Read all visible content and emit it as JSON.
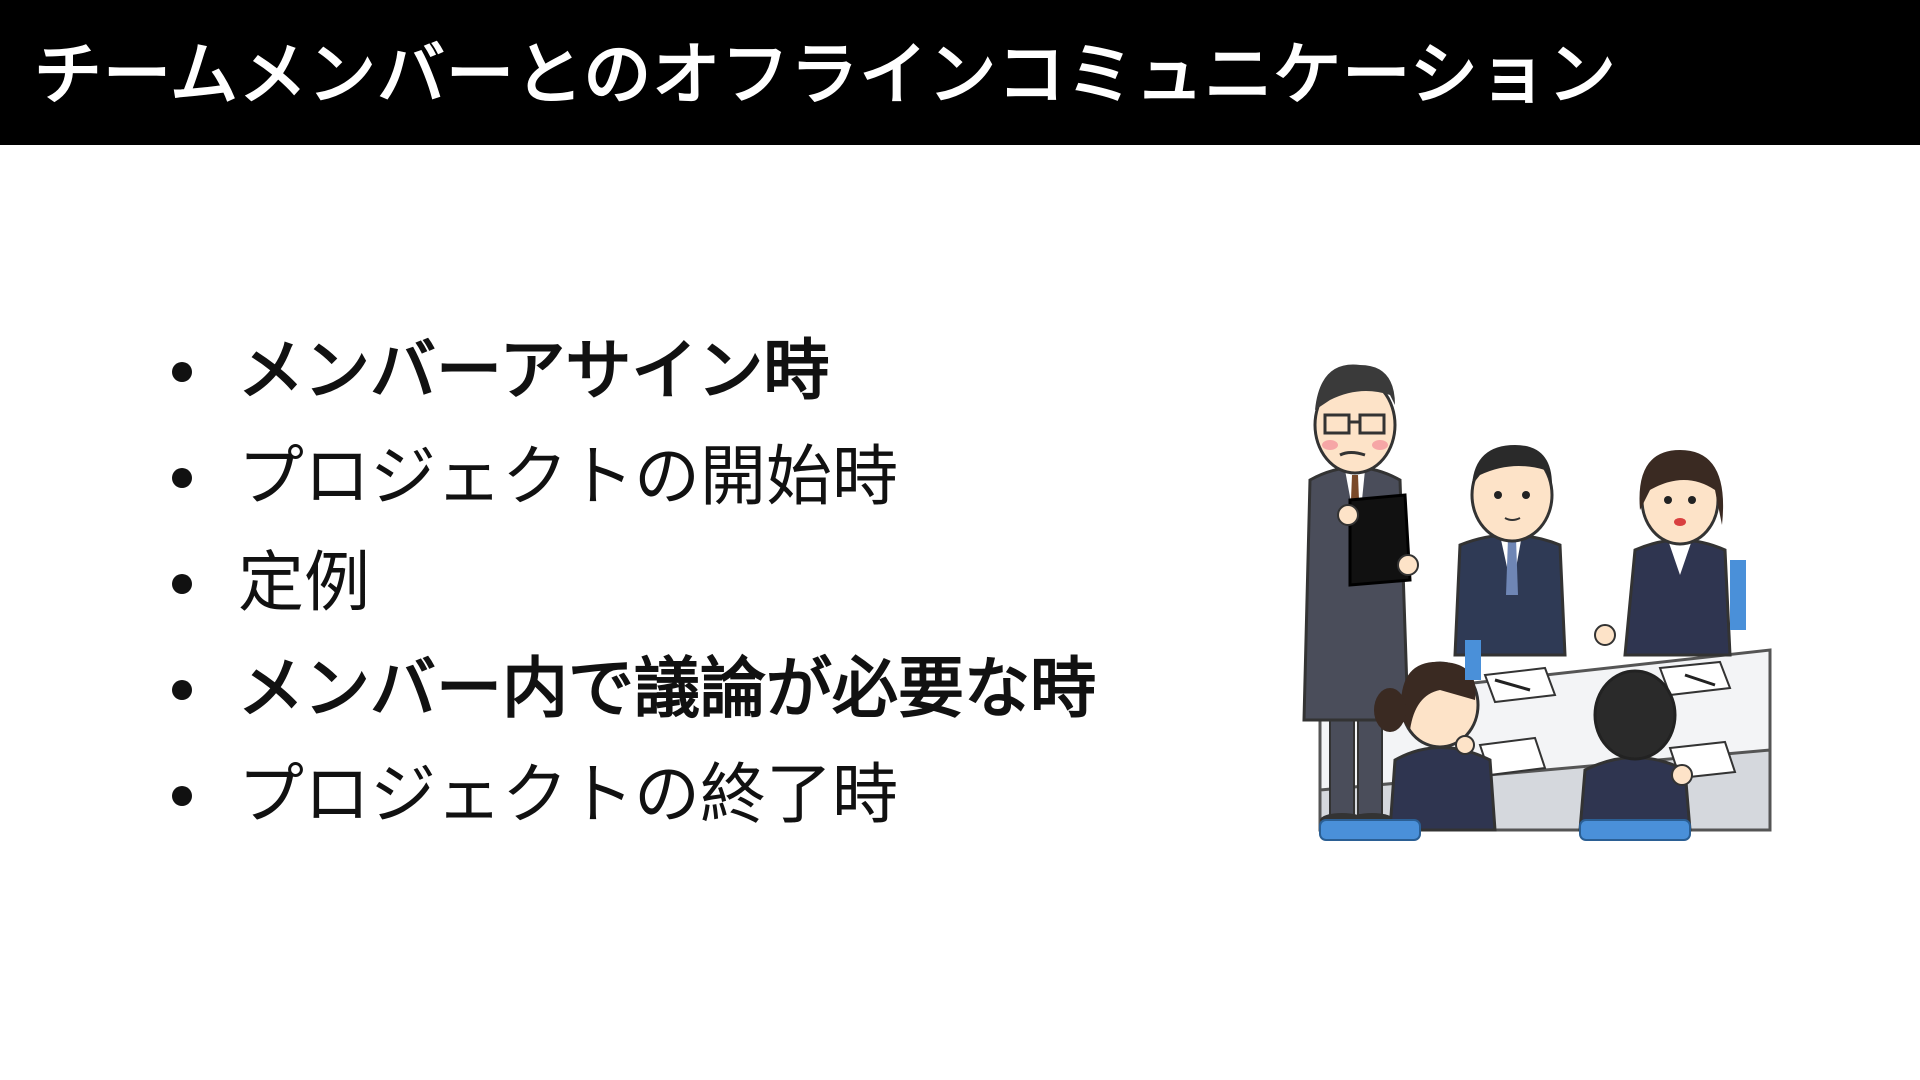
{
  "slide": {
    "title": "チームメンバーとのオフラインコミュニケーション",
    "bullets": [
      {
        "text": "メンバーアサイン時",
        "bold": true
      },
      {
        "text": "プロジェクトの開始時",
        "bold": false
      },
      {
        "text": "定例",
        "bold": false
      },
      {
        "text": "メンバー内で議論が必要な時",
        "bold": true
      },
      {
        "text": "プロジェクトの終了時",
        "bold": false
      }
    ]
  },
  "colors": {
    "title_bar": "#000000",
    "title_text": "#ffffff",
    "body_text": "#111111",
    "background": "#ffffff",
    "suit": "#3a3d4a",
    "skin": "#fde3c8",
    "table": "#e9ecef",
    "chair": "#4a90d9"
  },
  "illustration": {
    "icon": "business-meeting-illustration"
  }
}
